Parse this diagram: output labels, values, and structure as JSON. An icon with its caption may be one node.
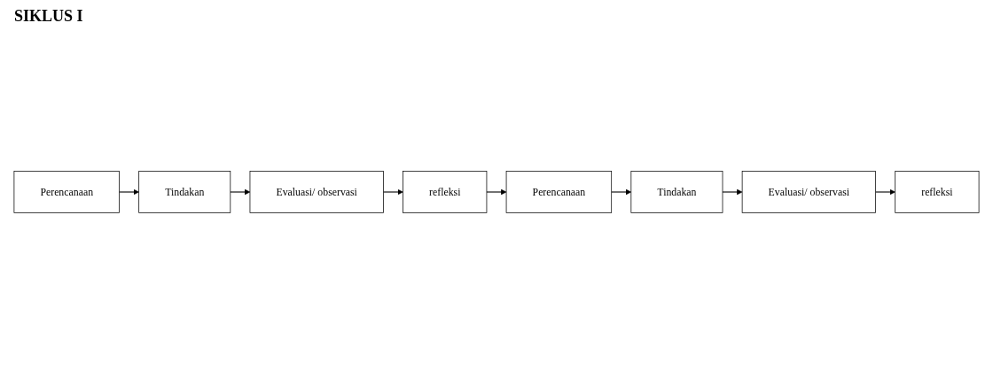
{
  "diagram": {
    "nodes": [
      {
        "text": [
          "Perencanaan"
        ]
      },
      {
        "text": [
          "Tindakan"
        ]
      },
      {
        "text": [
          "Evaluasi/ observasi"
        ]
      },
      {
        "text": [
          "refleksi"
        ]
      },
      {
        "text": [
          "Perencanaan"
        ]
      },
      {
        "text": [
          "Tindakan"
        ]
      },
      {
        "text": [
          "Evaluasi/ observasi"
        ]
      },
      {
        "text": [
          "refleksi"
        ]
      }
    ],
    "edges": [
      {
        "from": 0,
        "to": 1,
        "arrow": "to"
      },
      {
        "from": 1,
        "to": 2,
        "arrow": "to"
      },
      {
        "from": 2,
        "to": 3,
        "arrow": "to"
      },
      {
        "from": 3,
        "to": 4,
        "arrow": "to"
      },
      {
        "from": 4,
        "to": 5,
        "arrow": "to"
      },
      {
        "from": 5,
        "to": 6,
        "arrow": "to"
      },
      {
        "from": 6,
        "to": 7,
        "arrow": "to"
      }
    ],
    "labels": [
      "SIKLUS I"
    ]
  }
}
